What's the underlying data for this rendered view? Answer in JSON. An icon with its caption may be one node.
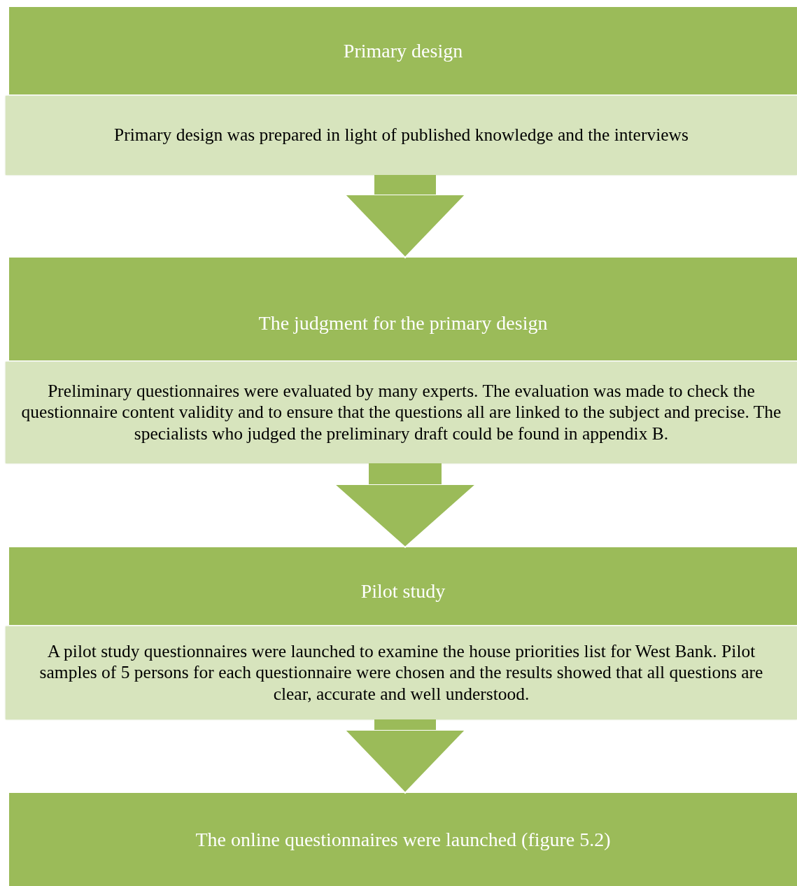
{
  "diagram": {
    "nodes": [
      {
        "text": [
          "Primary design"
        ]
      },
      {
        "text": [
          "Primary design was prepared in light of published knowledge and the interviews"
        ]
      },
      {
        "text": [
          "The judgment for the primary design"
        ]
      },
      {
        "text": [
          "Preliminary questionnaires were evaluated by many experts. The evaluation was made to check the questionnaire content validity and to ensure that the questions all are linked to the subject and precise. The specialists who judged the preliminary draft could be found in appendix B."
        ]
      },
      {
        "text": [
          "Pilot study"
        ]
      },
      {
        "text": [
          "A pilot study questionnaires were launched to examine the house priorities list for West Bank. Pilot samples of 5 persons for each questionnaire were chosen and the results showed that all questions are clear, accurate and well understood."
        ]
      },
      {
        "text": [
          "The online questionnaires were launched (figure 5.2)"
        ]
      }
    ],
    "edges": [
      {
        "from": 1,
        "to": 2,
        "arrow": "to"
      },
      {
        "from": 3,
        "to": 4,
        "arrow": "to"
      },
      {
        "from": 5,
        "to": 6,
        "arrow": "to"
      }
    ]
  }
}
